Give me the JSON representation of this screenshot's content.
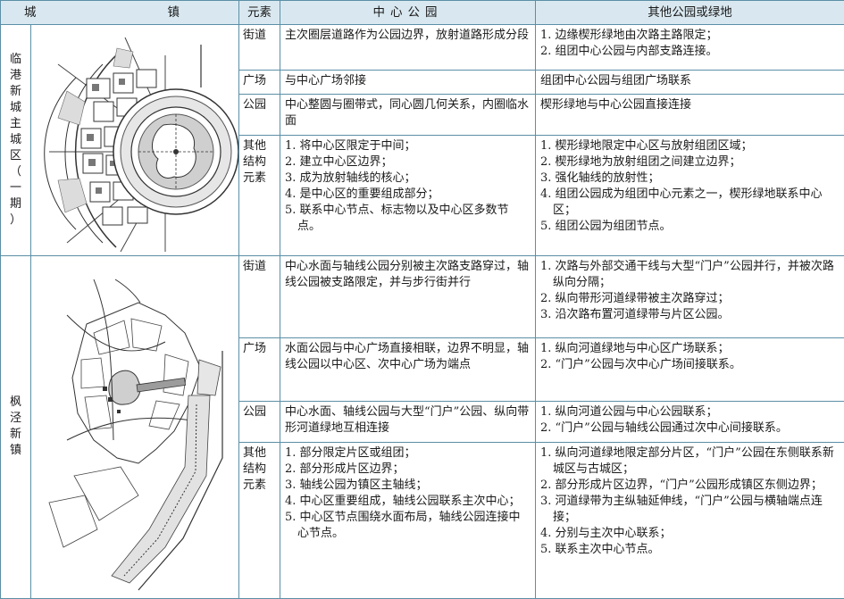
{
  "header": {
    "town": "城　　镇",
    "element": "元素",
    "center_park": "中心公园",
    "other_parks": "其他公园或绿地"
  },
  "towns": [
    {
      "name_chars": [
        "临",
        "港",
        "新",
        "城",
        "主",
        "城",
        "区",
        "（",
        "一",
        "期",
        "）"
      ],
      "rows": [
        {
          "element": "街道",
          "center": "主次圈层道路作为公园边界，放射道路形成分段",
          "other": [
            "1. 边缘楔形绿地由次路主路限定；",
            "2. 组团中心公园与内部支路连接。"
          ]
        },
        {
          "element": "广场",
          "center": "与中心广场邻接",
          "other": [
            "组团中心公园与组团广场联系"
          ]
        },
        {
          "element": "公园",
          "center": "中心整圆与圈带式，同心圆几何关系，内圈临水面",
          "other": [
            "楔形绿地与中心公园直接连接"
          ]
        },
        {
          "element": "其他结构元素",
          "center_list": [
            "1. 将中心区限定于中间；",
            "2. 建立中心区边界；",
            "3. 成为放射轴线的核心；",
            "4. 是中心区的重要组成部分；",
            "5. 联系中心节点、标志物以及中心区多数节点。"
          ],
          "other": [
            "1. 楔形绿地限定中心区与放射组团区域；",
            "2. 楔形绿地为放射组团之间建立边界；",
            "3. 强化轴线的放射性；",
            "4. 组团公园成为组团中心元素之一，楔形绿地联系中心区；",
            "5. 组团公园为组团节点。"
          ]
        }
      ]
    },
    {
      "name_chars": [
        "枫",
        "泾",
        "新",
        "镇"
      ],
      "rows": [
        {
          "element": "街道",
          "center": "中心水面与轴线公园分别被主次路支路穿过，轴线公园被支路限定，并与步行街并行",
          "other": [
            "1. 次路与外部交通干线与大型“门户”公园并行，并被次路纵向分隔；",
            "2. 纵向带形河道绿带被主次路穿过；",
            "3. 沿次路布置河道绿带与片区公园。"
          ]
        },
        {
          "element": "广场",
          "center": "水面公园与中心广场直接相联，边界不明显，轴线公园以中心区、次中心广场为端点",
          "other": [
            "1. 纵向河道绿地与中心区广场联系；",
            "2. “门户”公园与次中心广场间接联系。"
          ]
        },
        {
          "element": "公园",
          "center": "中心水面、轴线公园与大型“门户”公园、纵向带形河道绿地互相连接",
          "other": [
            "1. 纵向河道公园与中心公园联系；",
            "2. “门户”公园与轴线公园通过次中心间接联系。"
          ]
        },
        {
          "element": "其他结构元素",
          "center_list": [
            "1. 部分限定片区或组团；",
            "2. 部分形成片区边界；",
            "3. 轴线公园为镇区主轴线；",
            "4. 中心区重要组成，轴线公园联系主次中心；",
            "5. 中心区节点围绕水面布局，轴线公园连接中心节点。"
          ],
          "other": [
            "1. 纵向河道绿地限定部分片区，“门户”公园在东侧联系新城区与古城区；",
            "2. 部分形成片区边界，“门户”公园形成镇区东侧边界；",
            "3. 河道绿带为主纵轴延伸线，“门户”公园与横轴端点连接；",
            "4. 分别与主次中心联系；",
            "5. 联系主次中心节点。"
          ]
        }
      ]
    }
  ]
}
